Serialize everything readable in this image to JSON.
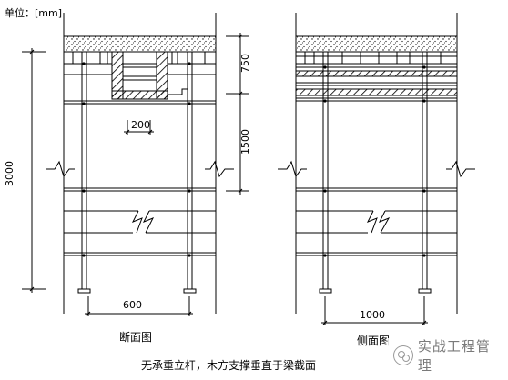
{
  "unit_label": "单位：[mm]",
  "dimensions": {
    "total_height": "3000",
    "slab_band": "750",
    "upper_bay": "1500",
    "joist_gap": "200",
    "section_span": "600",
    "side_span": "1000"
  },
  "labels": {
    "section_view": "断面图",
    "side_view": "侧面图"
  },
  "caption": "无承重立杆，木方支撑垂直于梁截面",
  "watermark": "实战工程管理",
  "colors": {
    "line": "#000000",
    "hatch": "#000000",
    "background": "#ffffff"
  }
}
